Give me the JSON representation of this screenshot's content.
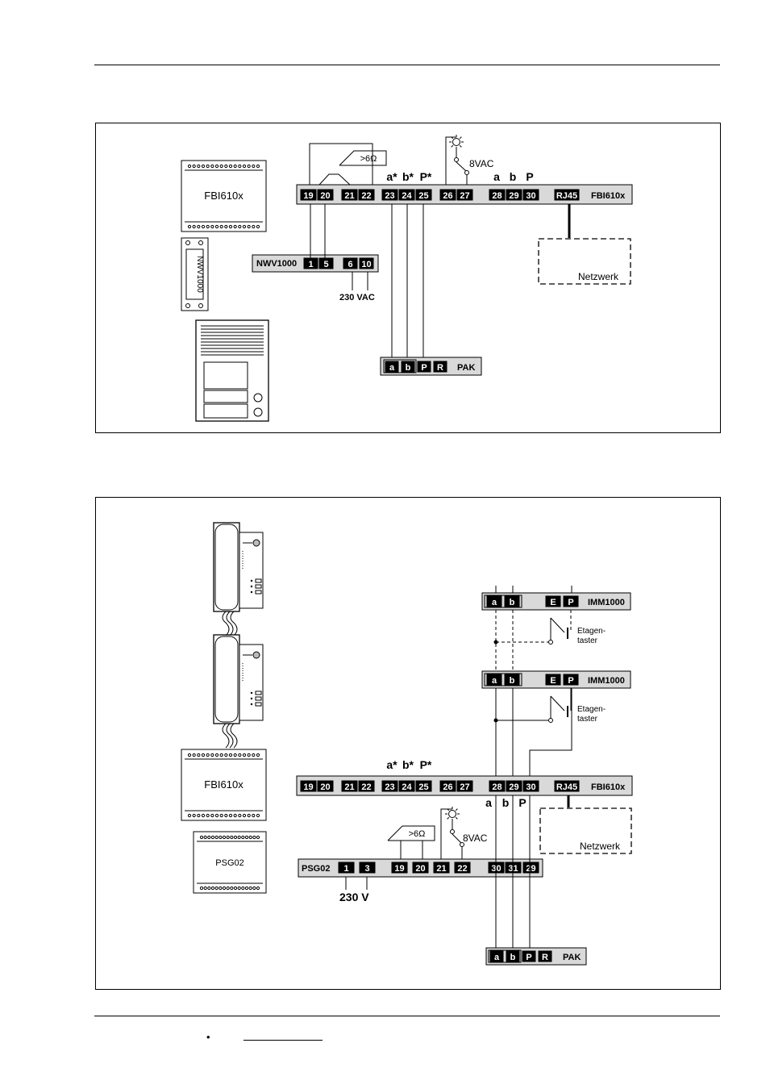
{
  "figure1": {
    "devices": {
      "fbi": "FBI610x",
      "nwv": "NWV1000"
    },
    "fbi_terminals": [
      "19",
      "20",
      "21",
      "22",
      "23",
      "24",
      "25",
      "26",
      "27",
      "28",
      "29",
      "30"
    ],
    "fbi_port": "RJ45",
    "fbi_label": "FBI610x",
    "signals_star": [
      "a*",
      "b*",
      "P*"
    ],
    "signals": [
      "a",
      "b",
      "P"
    ],
    "resistor": ">6Ω",
    "lamp_voltage": "8VAC",
    "nwv_label": "NWV1000",
    "nwv_terminals": [
      "1",
      "5",
      "6",
      "10"
    ],
    "mains": "230 VAC",
    "network": "Netzwerk",
    "pak_terminals": [
      "a",
      "b",
      "P",
      "R"
    ],
    "pak_label": "PAK"
  },
  "figure2": {
    "devices": {
      "fbi": "FBI610x",
      "psg": "PSG02"
    },
    "imm_terminals_ab": [
      "a",
      "b"
    ],
    "imm_terminals_ep": [
      "E",
      "P"
    ],
    "imm_label": "IMM1000",
    "floor_button": [
      "Etagen-",
      "taster"
    ],
    "signals_star": [
      "a*",
      "b*",
      "P*"
    ],
    "fbi_terminals": [
      "19",
      "20",
      "21",
      "22",
      "23",
      "24",
      "25",
      "26",
      "27",
      "28",
      "29",
      "30"
    ],
    "fbi_port": "RJ45",
    "fbi_label": "FBI610x",
    "bus_letters": [
      "a",
      "b",
      "P"
    ],
    "resistor": ">6Ω",
    "lamp_voltage": "8VAC",
    "network": "Netzwerk",
    "psg_label": "PSG02",
    "psg_terminals": [
      "1",
      "3",
      "19",
      "20",
      "21",
      "22",
      "30",
      "31",
      "29"
    ],
    "mains": "230 V",
    "pak_terminals": [
      "a",
      "b",
      "P",
      "R"
    ],
    "pak_label": "PAK"
  },
  "footer": {
    "bullet": "•"
  }
}
